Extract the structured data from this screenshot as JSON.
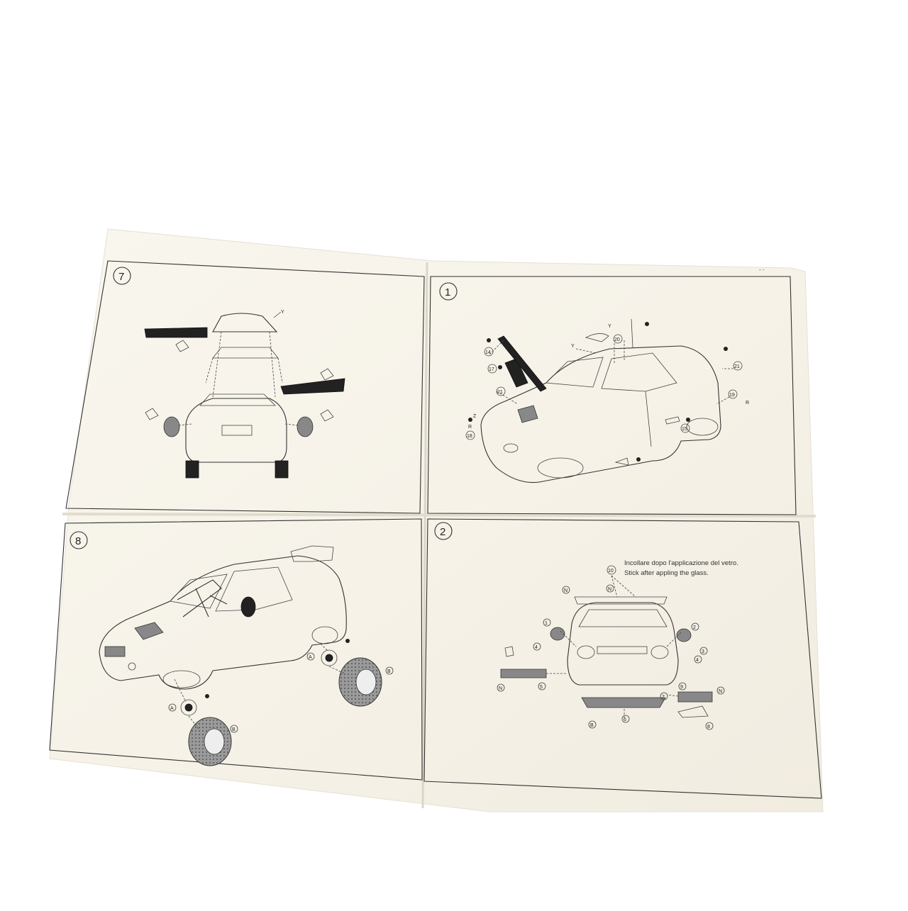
{
  "sheet": {
    "colors": {
      "background": "#ffffff",
      "paper": "#f7f3ea",
      "ink": "#222222",
      "frame": "#2a2a2a"
    },
    "corner_mark": "- -"
  },
  "panels": [
    {
      "id": "step-7",
      "number": "7",
      "callouts": [
        "Y"
      ]
    },
    {
      "id": "step-1",
      "number": "1",
      "callouts": [
        "Y",
        "Y",
        "Z",
        "R",
        "R",
        "14",
        "17",
        "18",
        "19",
        "20",
        "21",
        "21",
        "15"
      ]
    },
    {
      "id": "step-8",
      "number": "8",
      "callouts": [
        "A",
        "A",
        "B",
        "B"
      ]
    },
    {
      "id": "step-2",
      "number": "2",
      "note_it": "Incollare dopo l'applicazione del vetro.",
      "note_en": "Stick after appling the glass.",
      "callouts": [
        "10",
        "N",
        "N",
        "N",
        "N",
        "1",
        "2",
        "3",
        "4",
        "4",
        "5",
        "6",
        "7",
        "8",
        "9",
        "B"
      ]
    }
  ]
}
